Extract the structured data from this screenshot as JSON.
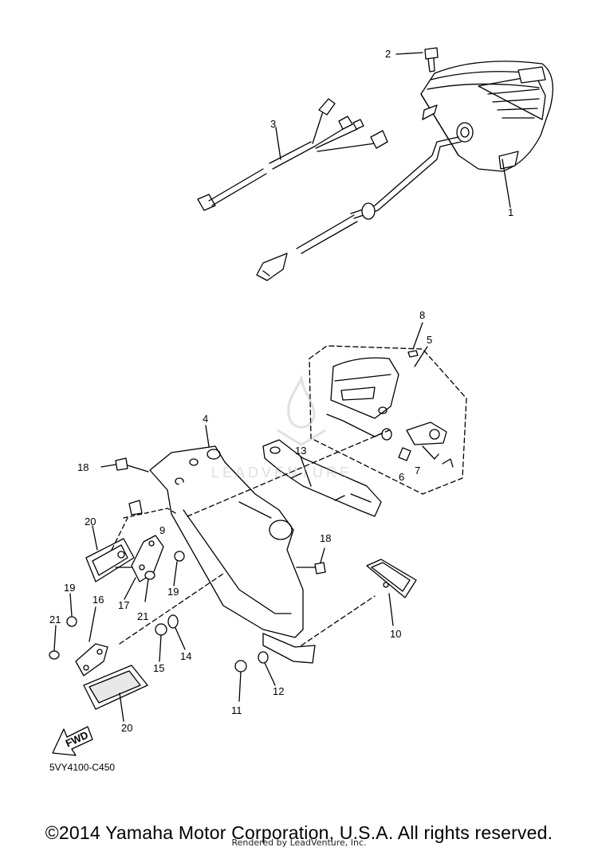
{
  "diagram": {
    "callouts": [
      "1",
      "2",
      "3",
      "4",
      "5",
      "6",
      "7",
      "8",
      "9",
      "10",
      "11",
      "12",
      "13",
      "14",
      "15",
      "16",
      "17",
      "18",
      "18",
      "19",
      "19",
      "20",
      "20",
      "21",
      "21"
    ],
    "fwd_label": "FWD",
    "part_code": "5VY4100-C450",
    "watermark_text": "LEADVENTURE"
  },
  "footer": {
    "copyright": "©2014 Yamaha Motor Corporation, U.S.A. All rights reserved.",
    "rendered_by": "Rendered by LeadVenture, Inc."
  }
}
